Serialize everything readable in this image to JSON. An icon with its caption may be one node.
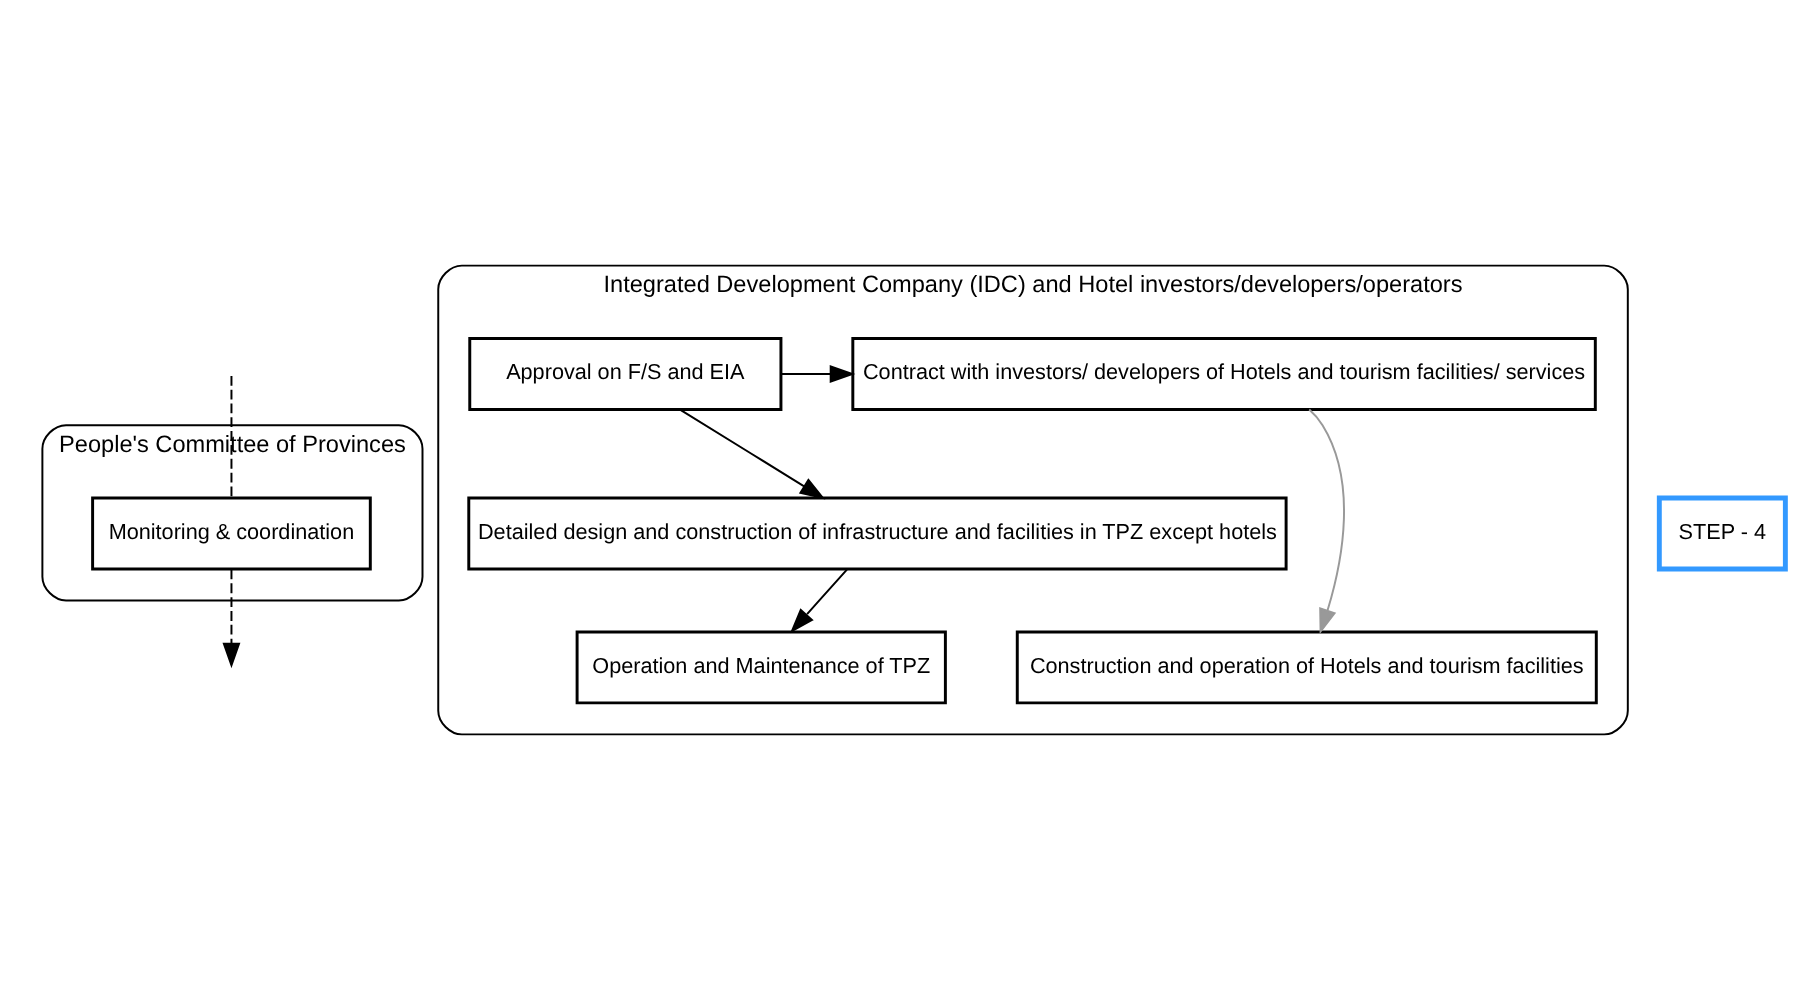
{
  "diagram": {
    "nodes": [
      {
        "text": [
          "People's Committee of Provinces"
        ]
      },
      {
        "text": [
          "Integrated Development Company (IDC) and Hotel investors/developers/operators"
        ]
      },
      {
        "text": [
          "Approval on F/S and EIA"
        ],
        "in": 1
      },
      {
        "text": [
          "Contract with investors/ developers of Hotels and tourism facilities/ services"
        ],
        "in": 1
      },
      {
        "text": [
          "STEP - 4"
        ]
      },
      {
        "text": [
          "Detailed design and construction of infrastructure and facilities in TPZ except hotels"
        ],
        "in": 1
      },
      {
        "text": [
          "Monitoring & coordination"
        ],
        "in": 0
      },
      {
        "text": [
          "Construction and operation of Hotels and tourism facilities"
        ],
        "in": 1
      },
      {
        "text": [
          "Operation and Maintenance of TPZ"
        ],
        "in": 1
      }
    ],
    "edges": [
      {
        "from": null,
        "to": 6,
        "arrow": "none",
        "style": "dashed"
      },
      {
        "from": 6,
        "to": null,
        "arrow": "to",
        "style": "dashed"
      },
      {
        "from": 2,
        "to": 3,
        "arrow": "to"
      },
      {
        "from": 2,
        "to": 5,
        "arrow": "to"
      },
      {
        "from": 5,
        "to": 8,
        "arrow": "to"
      },
      {
        "from": 3,
        "to": 7,
        "arrow": "to",
        "color": "#999999"
      }
    ]
  }
}
